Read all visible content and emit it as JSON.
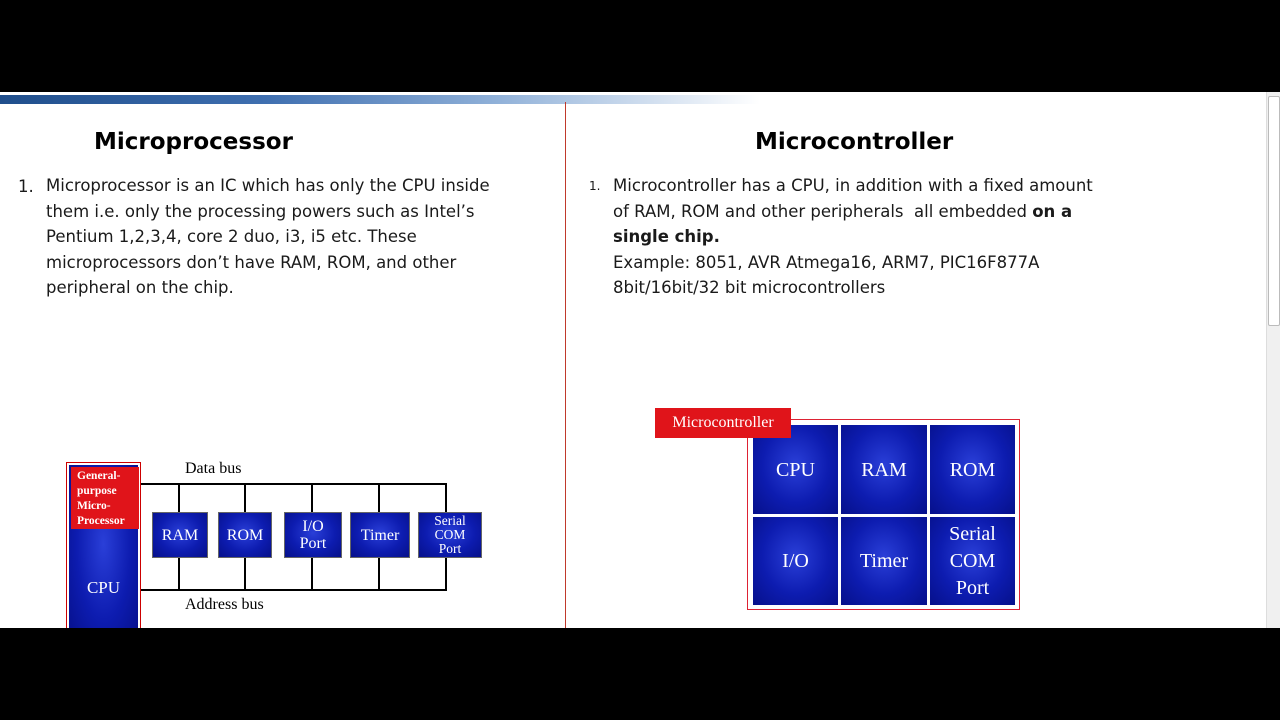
{
  "left": {
    "title": "Microprocessor",
    "item_number": "1.",
    "lines": [
      "Microprocessor is an IC which has only the CPU inside",
      "them i.e. only the processing powers such as Intel’s",
      "Pentium 1,2,3,4, core 2 duo, i3, i5 etc. These",
      "microprocessors don’t have RAM, ROM, and other",
      "peripheral on the chip."
    ],
    "diagram": {
      "cpu_label": "CPU",
      "gp_label_lines": [
        "General-",
        "purpose",
        "Micro-",
        "Processor"
      ],
      "data_bus": "Data bus",
      "address_bus": "Address bus",
      "chips": [
        {
          "lines": [
            "RAM"
          ]
        },
        {
          "lines": [
            "ROM"
          ]
        },
        {
          "lines": [
            "I/O",
            "Port"
          ]
        },
        {
          "lines": [
            "Timer"
          ]
        },
        {
          "lines": [
            "Serial",
            "COM",
            "Port"
          ]
        }
      ]
    }
  },
  "right": {
    "title": "Microcontroller",
    "item_number": "1.",
    "line1": "Microcontroller has a CPU,  in addition with a fixed amount",
    "line2_normal": "of RAM, ROM and other peripherals  all embedded ",
    "line2_bold": "on a",
    "line3_bold": "single chip.",
    "line4": "Example: 8051, AVR Atmega16, ARM7, PIC16F877A",
    "line5": "8bit/16bit/32 bit microcontrollers",
    "diagram": {
      "label": "Microcontroller",
      "cells": [
        {
          "lines": [
            "CPU"
          ]
        },
        {
          "lines": [
            "RAM"
          ]
        },
        {
          "lines": [
            "ROM"
          ]
        },
        {
          "lines": [
            "I/O"
          ]
        },
        {
          "lines": [
            "Timer"
          ]
        },
        {
          "lines": [
            "Serial",
            "COM",
            "Port"
          ]
        }
      ]
    }
  }
}
